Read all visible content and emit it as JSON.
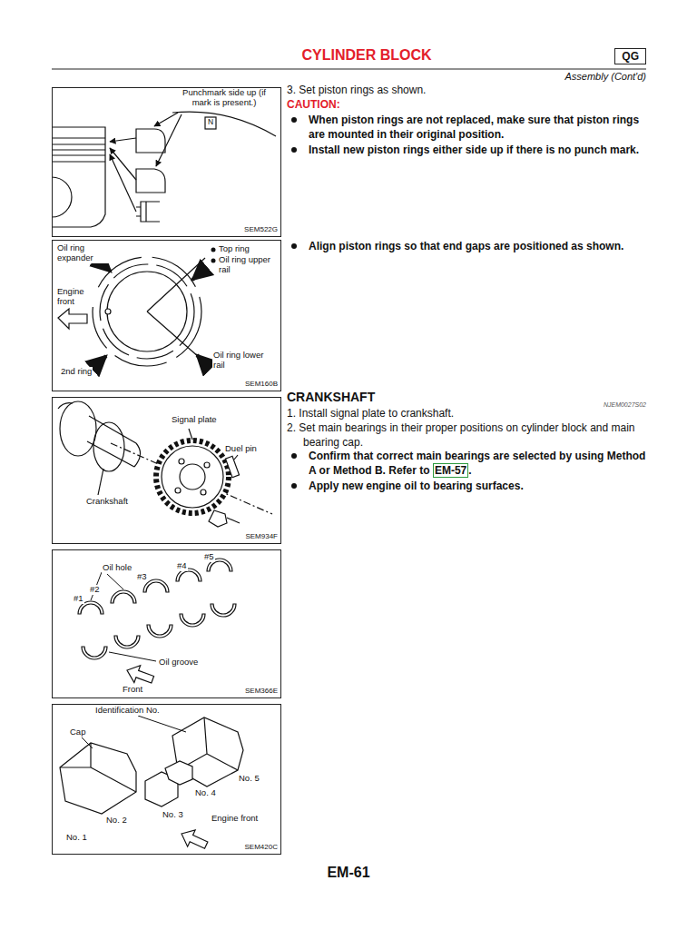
{
  "diagram": {
    "title": "CYLINDER BLOCK",
    "nodes": [
      {
        "text": [
          "QG"
        ]
      },
      {
        "text": [
          "Punchmark side up (if mark is present.)",
          "N",
          "SEM522G"
        ]
      },
      {
        "text": [
          "Oil ring expander",
          "Top ring",
          "Oil ring upper rail",
          "Engine front",
          "Oil ring lower rail",
          "2nd ring",
          "SEM160B"
        ]
      },
      {
        "text": [
          "Signal plate",
          "Duel pin",
          "Crankshaft",
          "SEM934F"
        ]
      },
      {
        "text": [
          "Oil hole",
          "#1",
          "#2",
          "#3",
          "#4",
          "#5",
          "Oil groove",
          "Front",
          "SEM366E"
        ]
      },
      {
        "text": [
          "Identification No.",
          "Cap",
          "No. 1",
          "No. 2",
          "No. 3",
          "No. 4",
          "No. 5",
          "Engine front",
          "SEM420C"
        ]
      }
    ],
    "labels": [
      "Assembly (Cont'd)",
      "3. Set piston rings as shown.",
      "CAUTION:",
      "When piston rings are not replaced, make sure that piston rings are mounted in their original position.",
      "Install new piston rings either side up if there is no punch mark.",
      "Align piston rings so that end gaps are positioned as shown.",
      "CRANKSHAFT",
      "NJEM0027S02",
      "1. Install signal plate to crankshaft.",
      "2. Set main bearings in their proper positions on cylinder block and main bearing cap.",
      "Confirm that correct main bearings are selected by using Method A or Method B. Refer to",
      "EM-57",
      ".",
      "Apply new engine oil to bearing surfaces.",
      "EM-61"
    ]
  }
}
